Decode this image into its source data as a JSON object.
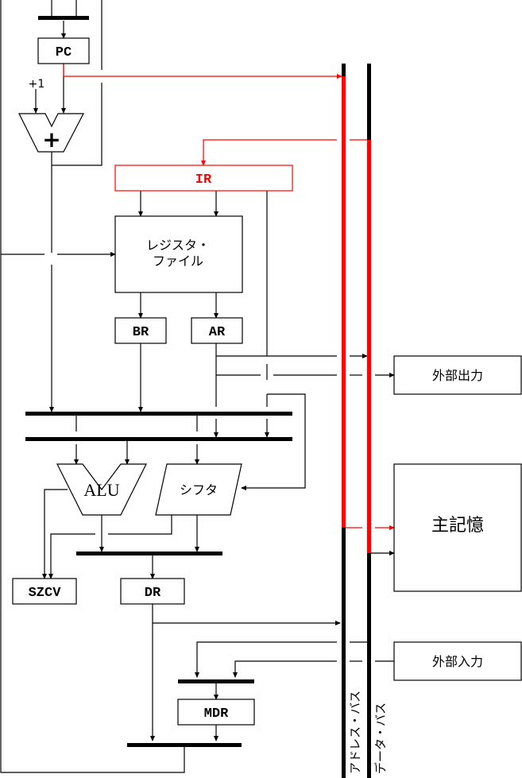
{
  "diagram": {
    "title": "CPU datapath block diagram",
    "colors": {
      "line": "#000000",
      "highlight": "#ff0000",
      "background": "#ffffff"
    },
    "registers": {
      "pc": "PC",
      "ir": "IR",
      "br": "BR",
      "ar": "AR",
      "szcv": "SZCV",
      "dr": "DR",
      "mdr": "MDR"
    },
    "units": {
      "incrementer_input": "+1",
      "adder_symbol": "+",
      "register_file_line1": "レジスタ・",
      "register_file_line2": "ファイル",
      "alu": "ALU",
      "shifter": "シフタ"
    },
    "external": {
      "output": "外部出力",
      "main_memory": "主記憶",
      "input": "外部入力"
    },
    "buses": {
      "address_bus": "アドレス・バス",
      "data_bus": "データ・バス"
    },
    "highlighted_path": [
      "PC",
      "アドレス・バス",
      "主記憶",
      "データ・バス",
      "IR"
    ]
  }
}
